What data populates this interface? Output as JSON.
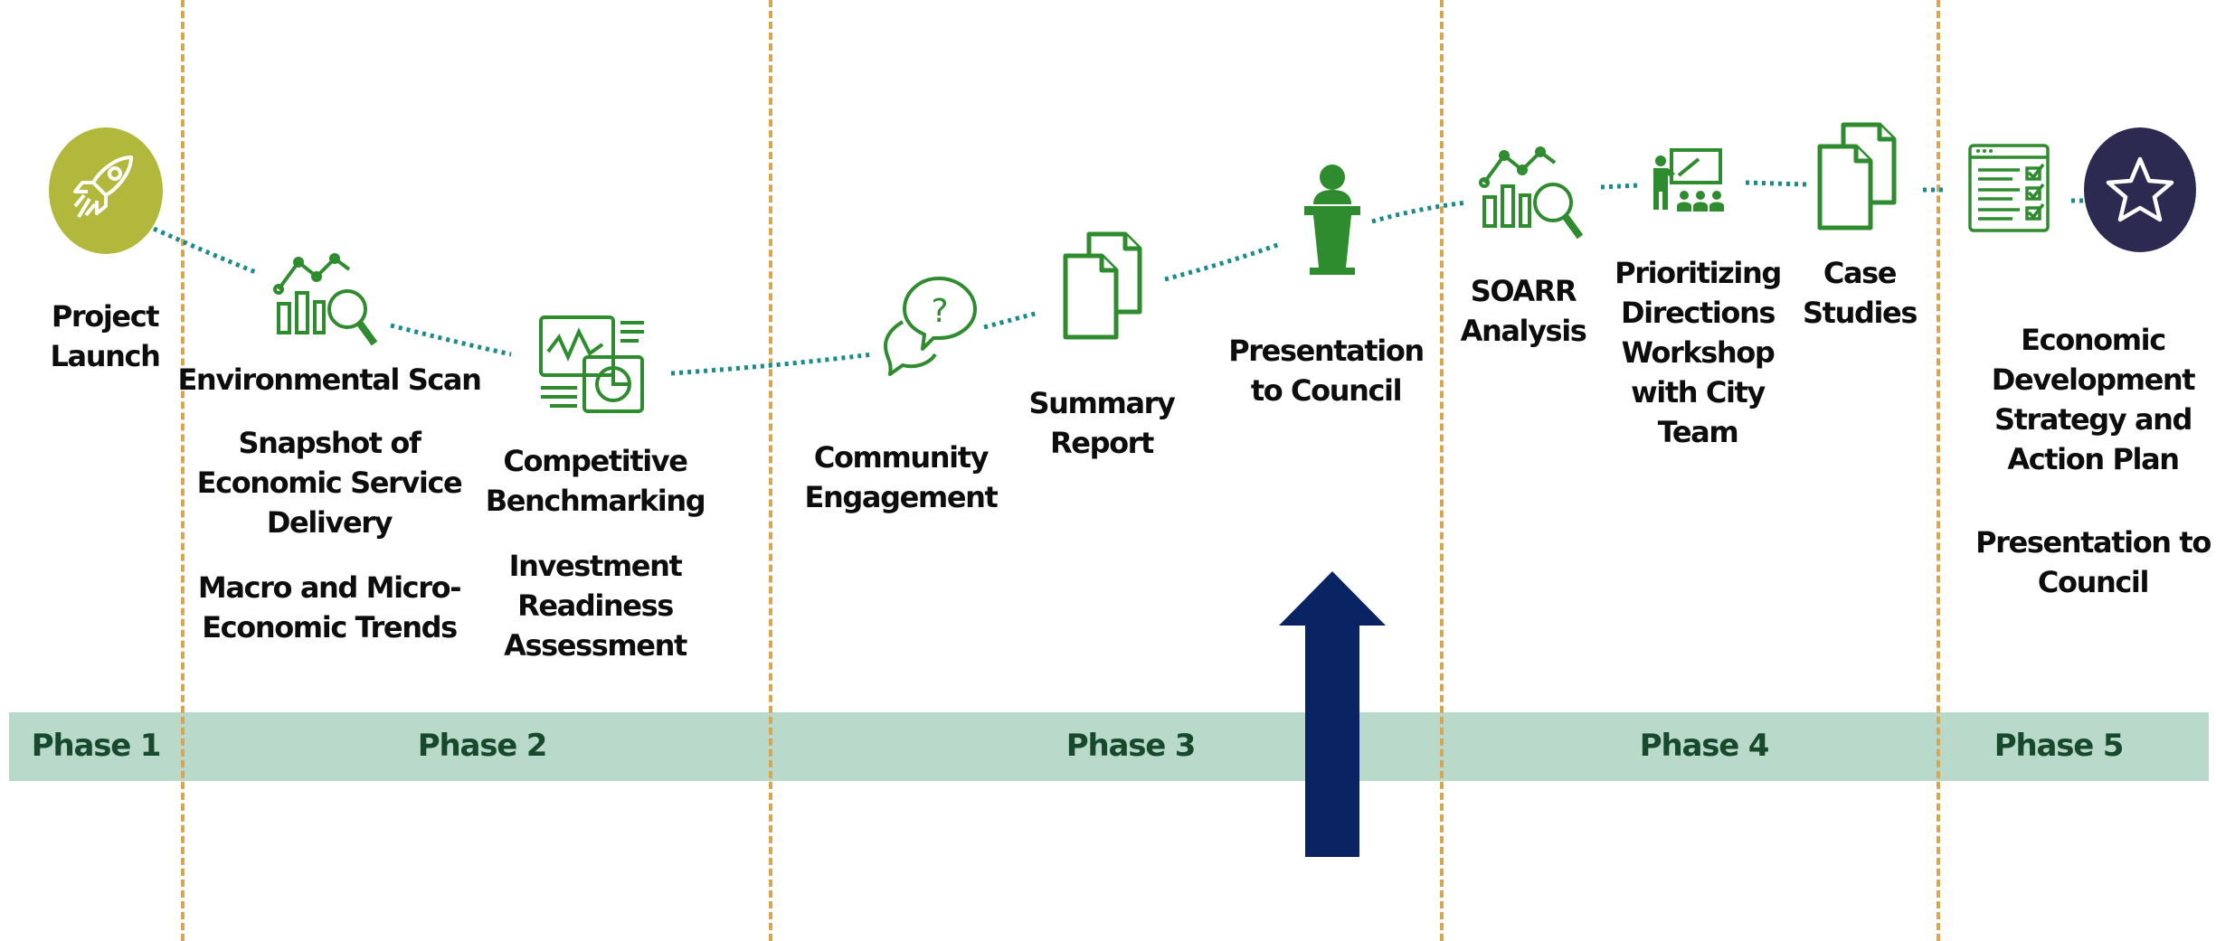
{
  "colors": {
    "icon_green": "#2e8b2e",
    "connector_teal": "#1a8a8a",
    "phase_band": "#b9d9cb",
    "phase_text": "#174a2c",
    "divider": "#d7a64f",
    "arrow": "#0a2463",
    "launch_circle": "#b2b83c",
    "end_circle": "#2d2a52"
  },
  "milestones": {
    "project_launch": "Project\nLaunch",
    "environmental_scan": "Environmental Scan",
    "snapshot": "Snapshot of\nEconomic Service\nDelivery",
    "macro_micro": "Macro and Micro-\nEconomic Trends",
    "competitive_benchmarking": "Competitive\nBenchmarking",
    "investment_readiness": "Investment\nReadiness\nAssessment",
    "community_engagement": "Community\nEngagement",
    "summary_report": "Summary\nReport",
    "presentation_council_1": "Presentation\nto Council",
    "soarr_analysis": "SOARR\nAnalysis",
    "prioritizing_workshop": "Prioritizing\nDirections\nWorkshop\nwith City\nTeam",
    "case_studies": "Case\nStudies",
    "strategy_action_plan": "Economic\nDevelopment\nStrategy and\nAction Plan",
    "presentation_council_2": "Presentation to\nCouncil"
  },
  "phases": [
    "Phase 1",
    "Phase 2",
    "Phase 3",
    "Phase 4",
    "Phase 5"
  ],
  "icons": {
    "launch": "rocket-icon",
    "environmental_scan": "bar-chart-magnifier-icon",
    "competitive_benchmarking": "dashboard-charts-icon",
    "community_engagement": "question-speech-bubbles-icon",
    "summary_report": "documents-icon",
    "presentation_council": "speaker-podium-icon",
    "soarr_analysis": "bar-chart-magnifier-icon",
    "prioritizing_workshop": "presenter-audience-icon",
    "case_studies": "documents-icon",
    "strategy_action_plan": "checklist-icon",
    "final_deliverable": "star-icon",
    "current_stage": "up-arrow-icon"
  }
}
